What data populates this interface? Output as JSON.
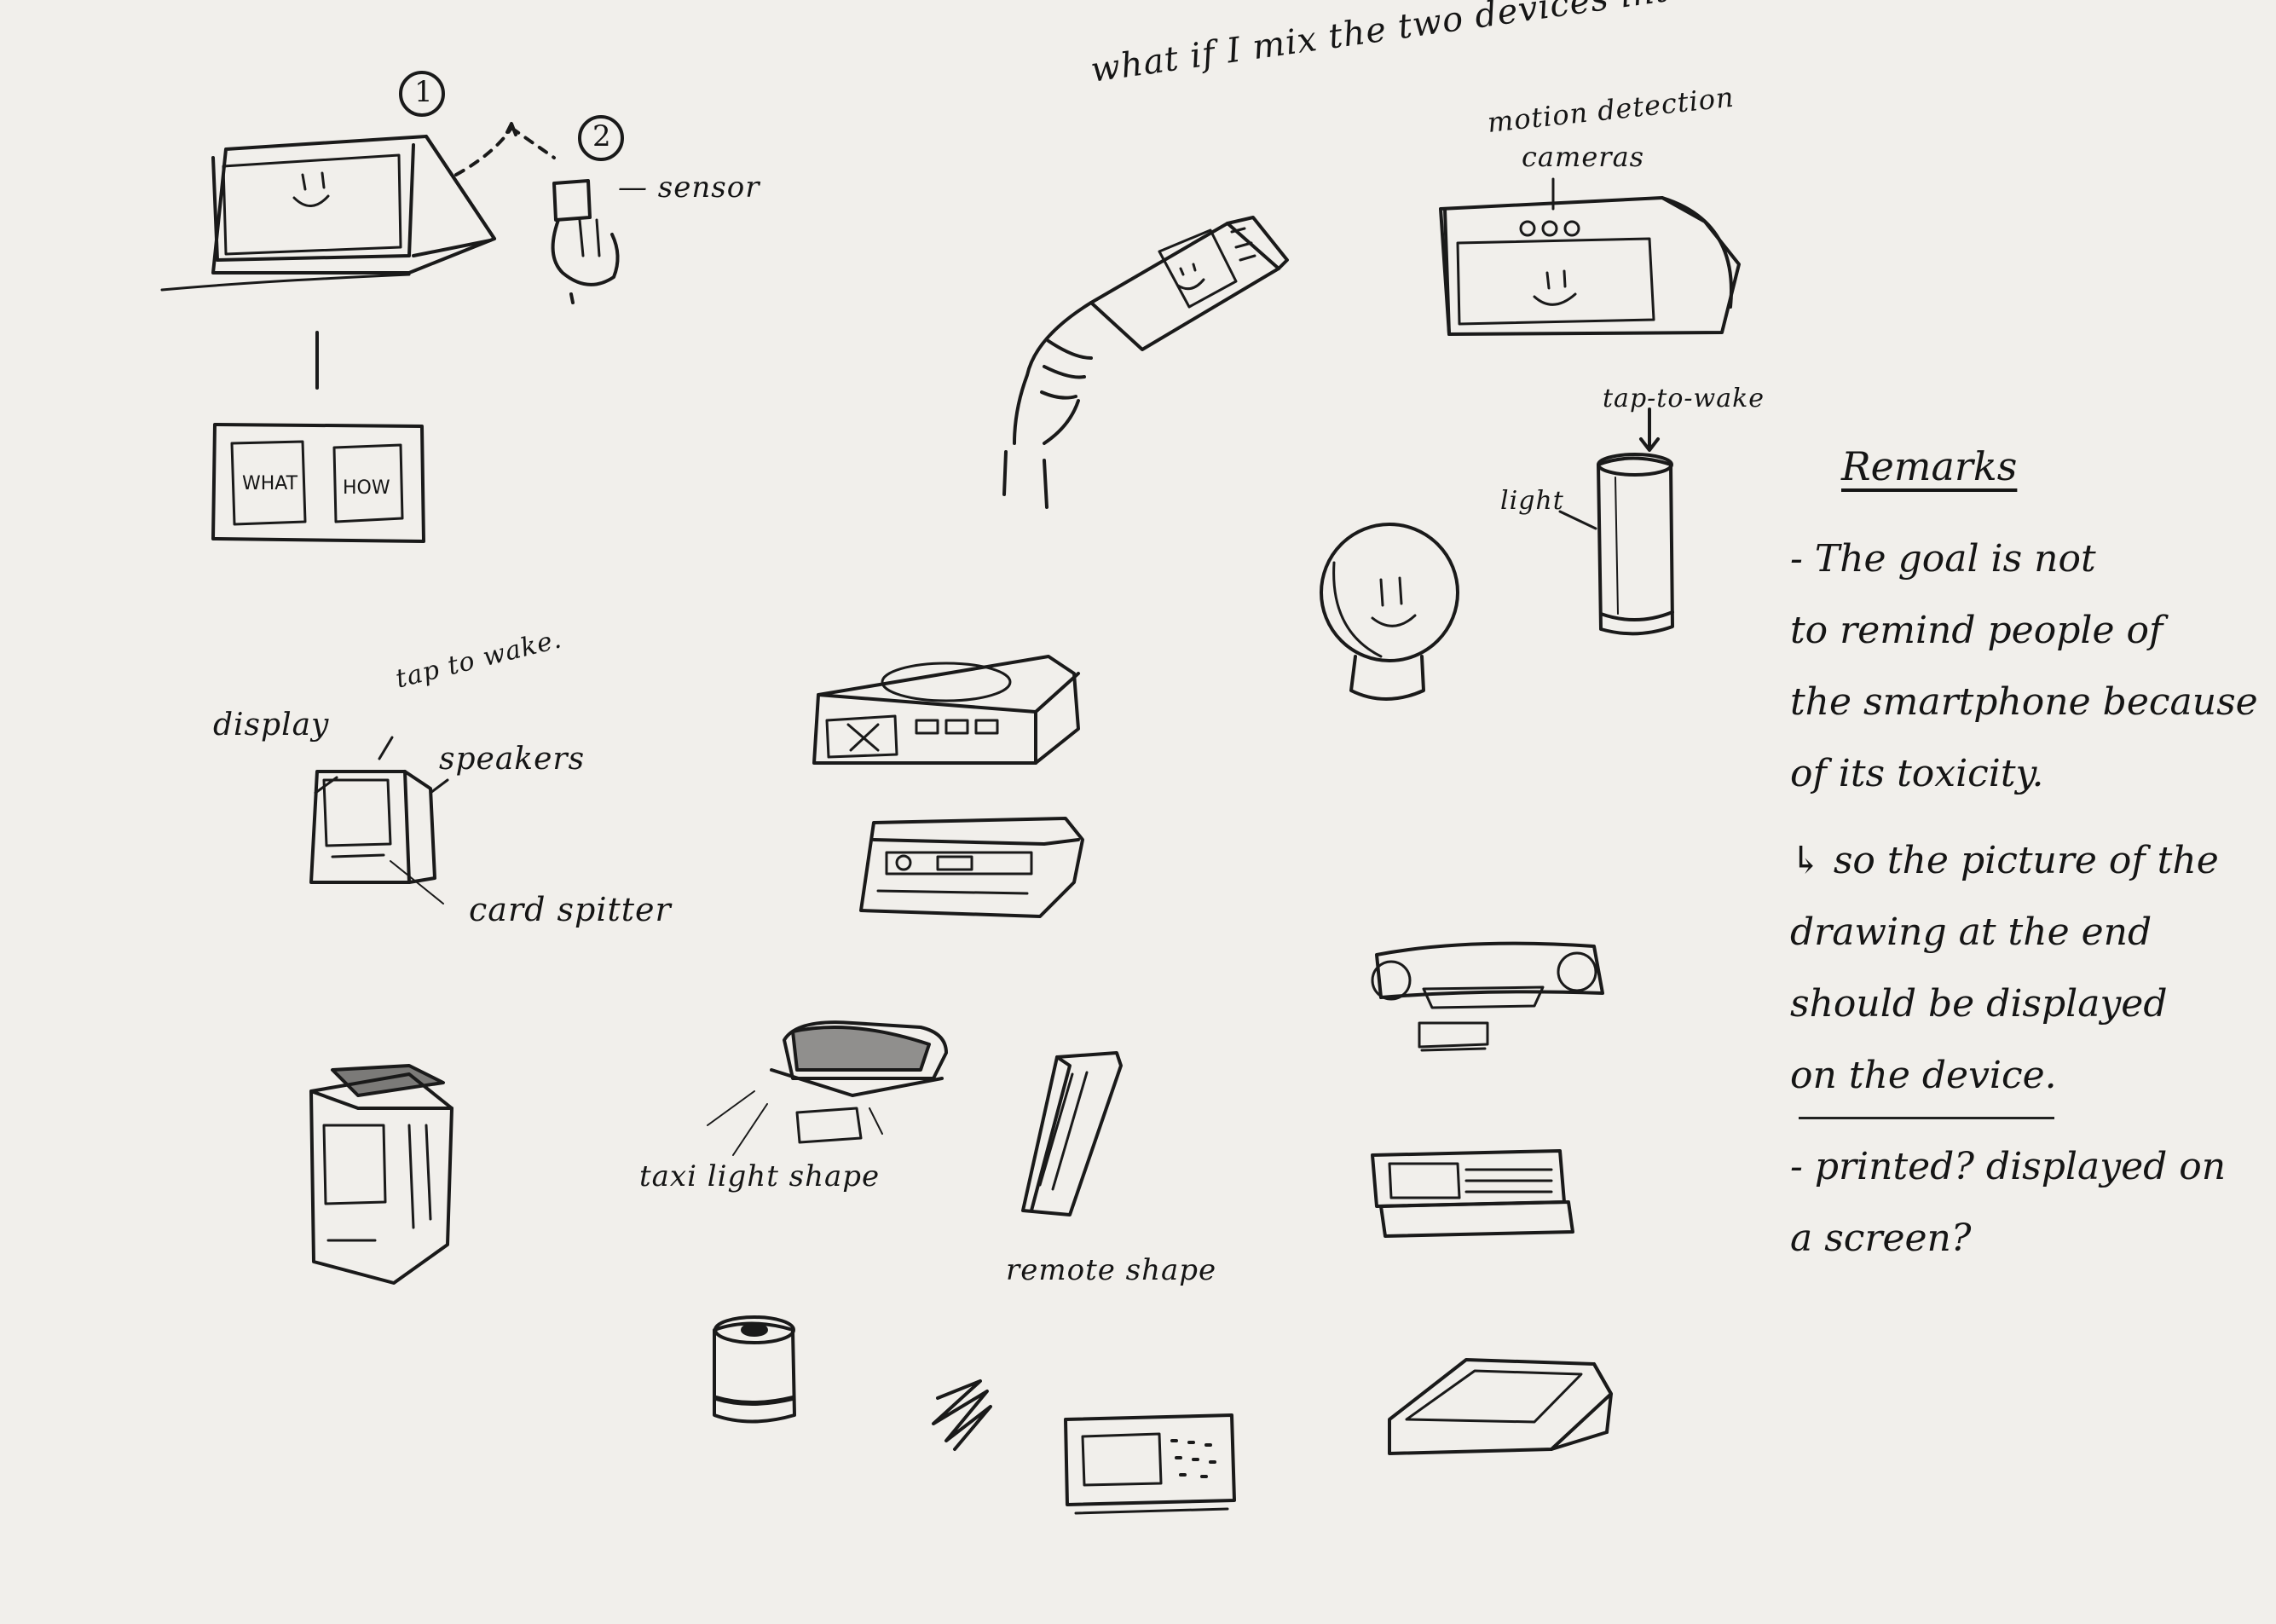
{
  "labels": {
    "step1": "1",
    "step2": "2",
    "sensor": "— sensor",
    "what": "WHAT",
    "how": "HOW",
    "question": "what if I mix the two devices into one?",
    "motion_detection": "motion detection",
    "cameras": "cameras",
    "tap_to_wake_top": "tap-to-wake",
    "light": "light",
    "display": "display",
    "tap_to_wake": "tap to wake.",
    "speakers": "speakers",
    "card_spitter": "card spitter",
    "taxi_light_shape": "taxi light shape",
    "remote_shape": "remote shape"
  },
  "remarks": {
    "title": "Remarks",
    "point1": "- The goal is not\n  to remind people of\n  the smartphone because\n  of its toxicity.",
    "point2": "↳ so the picture of the\n  drawing at the end\n  should be displayed\n  on the device.",
    "point3": "- printed? displayed on\n  a screen?"
  }
}
